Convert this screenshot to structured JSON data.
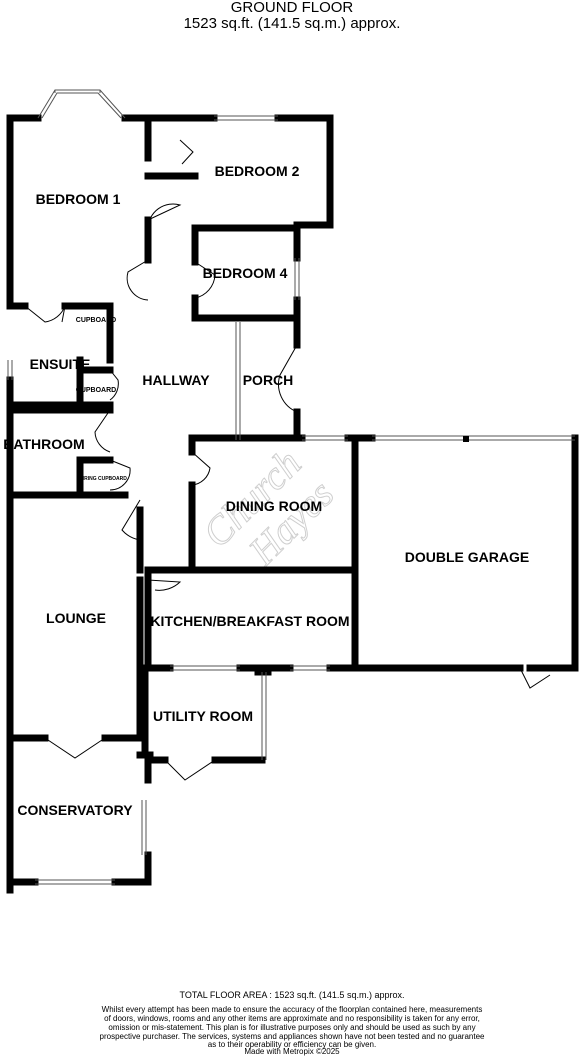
{
  "header": {
    "floor_title": "GROUND FLOOR",
    "floor_area": "1523 sq.ft. (141.5 sq.m.) approx."
  },
  "rooms": {
    "bedroom1": "BEDROOM 1",
    "bedroom2": "BEDROOM 2",
    "bedroom4": "BEDROOM 4",
    "cupboard1": "CUPBOARD",
    "ensuite": "ENSUITE",
    "cupboard2": "CUPBOARD",
    "hallway": "HALLWAY",
    "porch": "PORCH",
    "bathroom": "BATHROOM",
    "airing_cupboard": "AIRING CUPBOARD",
    "dining_room": "DINING ROOM",
    "double_garage": "DOUBLE GARAGE",
    "lounge": "LOUNGE",
    "kitchen": "KITCHEN/BREAKFAST ROOM",
    "utility_room": "UTILITY ROOM",
    "conservatory": "CONSERVATORY"
  },
  "watermark": {
    "line1": "Church",
    "line2": "Hayes"
  },
  "footer": {
    "total_area": "TOTAL FLOOR AREA : 1523 sq.ft. (141.5 sq.m.) approx.",
    "disclaimer_1": "Whilst every attempt has been made to ensure the accuracy of the floorplan contained here, measurements",
    "disclaimer_2": "of doors, windows, rooms and any other items are approximate and no responsibility is taken for any error,",
    "disclaimer_3": "omission or mis-statement. This plan is for illustrative purposes only and should be used as such by any",
    "disclaimer_4": "prospective purchaser. The services, systems and appliances shown have not been tested and no guarantee",
    "disclaimer_5": "as to their operability or efficiency can be given.",
    "credit": "Made with Metropix ©2025"
  },
  "style": {
    "wall_color": "#000000",
    "window_color": "#666666",
    "watermark_color": "#cfcfcf",
    "background": "#ffffff"
  }
}
